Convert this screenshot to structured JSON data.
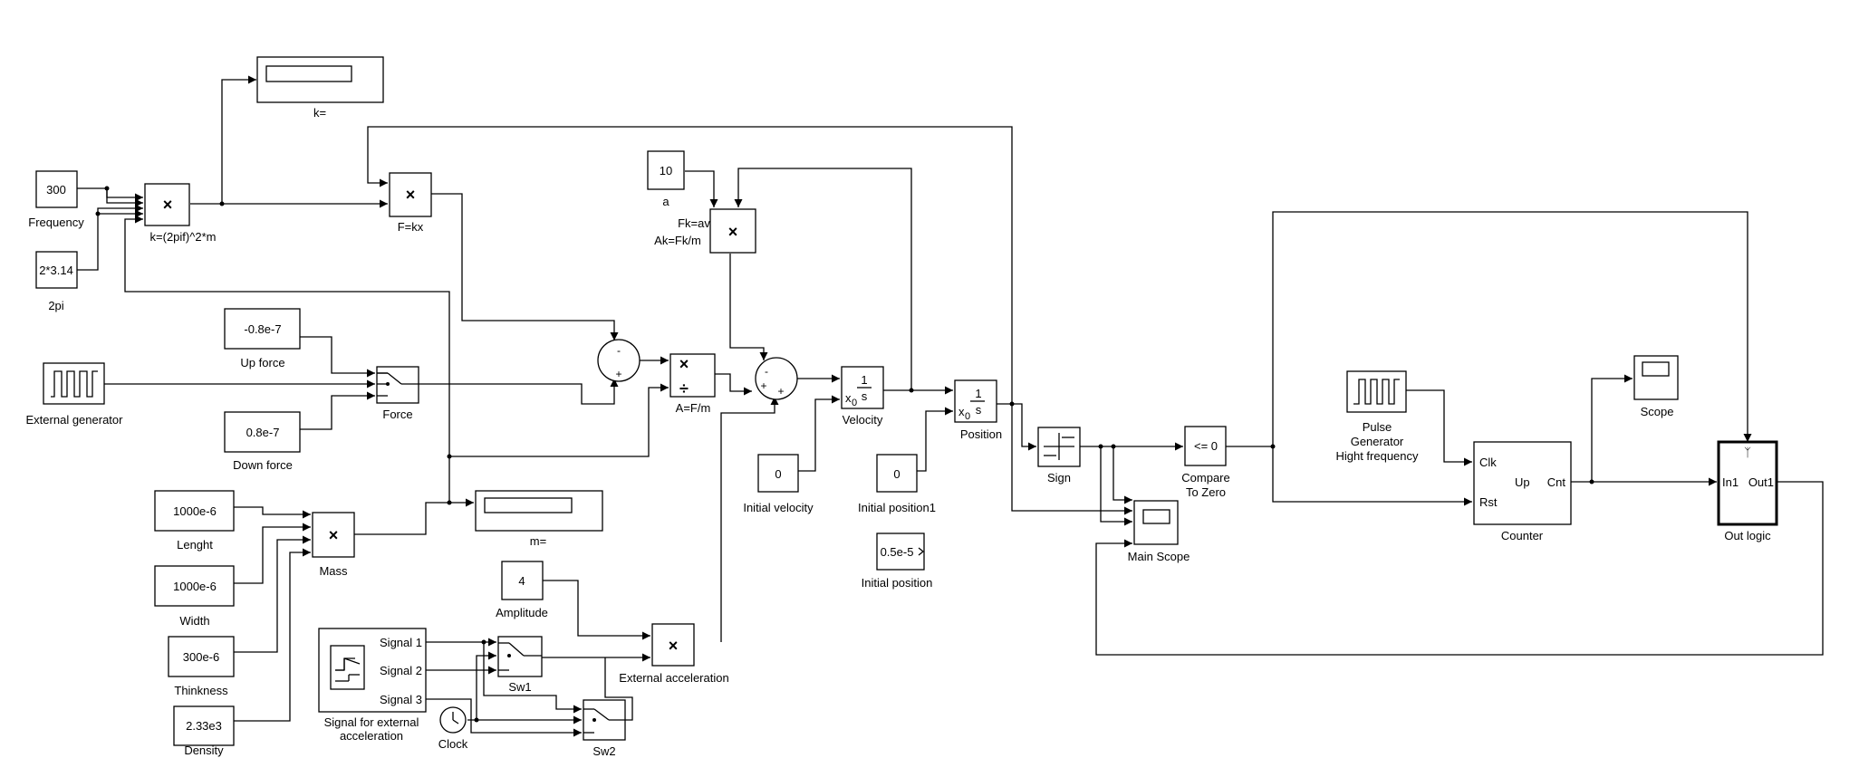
{
  "constants": {
    "frequency": {
      "value": "300",
      "label": "Frequency"
    },
    "two_pi": {
      "value": "2*3.14",
      "label": "2pi"
    },
    "a": {
      "value": "10",
      "label": "a"
    },
    "up_force": {
      "value": "-0.8e-7",
      "label": "Up force"
    },
    "down_force": {
      "value": "0.8e-7",
      "label": "Down force"
    },
    "length": {
      "value": "1000e-6",
      "label": "Lenght"
    },
    "width": {
      "value": "1000e-6",
      "label": "Width"
    },
    "thickness": {
      "value": "300e-6",
      "label": "Thinkness"
    },
    "density": {
      "value": "2.33e3",
      "label": "Density"
    },
    "amplitude": {
      "value": "4",
      "label": "Amplitude"
    },
    "initial_velocity": {
      "value": "0",
      "label": "Initial velocity"
    },
    "initial_position1": {
      "value": "0",
      "label": "Initial position1"
    },
    "initial_position": {
      "value": "0.5e-5",
      "label": "Initial position"
    }
  },
  "blocks": {
    "k_display": {
      "label": "k="
    },
    "m_display": {
      "label": "m="
    },
    "k_product": {
      "symbol": "×",
      "label": "k=(2pif)^2*m"
    },
    "f_product": {
      "symbol": "×",
      "label": "F=kx"
    },
    "fk_product": {
      "symbol": "×",
      "label_line1": "Fk=av",
      "label_line2": "Ak=Fk/m"
    },
    "a_divide": {
      "mul": "×",
      "div": "÷",
      "label": "A=F/m"
    },
    "mass_product": {
      "symbol": "×",
      "label": "Mass"
    },
    "ext_acc_product": {
      "symbol": "×",
      "label": "External acceleration"
    },
    "external_generator": {
      "label": "External generator"
    },
    "force_switch": {
      "label": "Force"
    },
    "velocity_integrator": {
      "num": "1",
      "den": "s",
      "x0": "x",
      "x0_sub": "0",
      "label": "Velocity"
    },
    "position_integrator": {
      "num": "1",
      "den": "s",
      "x0": "x",
      "x0_sub": "0",
      "label": "Position"
    },
    "sign": {
      "label": "Sign"
    },
    "compare_to_zero": {
      "value": "<= 0",
      "label_line1": "Compare",
      "label_line2": "To Zero"
    },
    "main_scope": {
      "label": "Main Scope"
    },
    "scope": {
      "label": "Scope"
    },
    "pulse_generator": {
      "label_line1": "Pulse",
      "label_line2": "Generator",
      "label_line3": "Hight frequency"
    },
    "counter": {
      "clk": "Clk",
      "rst": "Rst",
      "up": "Up",
      "cnt": "Cnt",
      "label": "Counter"
    },
    "out_logic": {
      "in_port": "In1",
      "out_port": "Out1",
      "label": "Out logic"
    },
    "signal_builder": {
      "signal1": "Signal 1",
      "signal2": "Signal 2",
      "signal3": "Signal 3",
      "label_line1": "Signal for external",
      "label_line2": "acceleration"
    },
    "clock": {
      "label": "Clock"
    },
    "sw1": {
      "label": "Sw1"
    },
    "sw2": {
      "label": "Sw2"
    },
    "sum1": {
      "minus": "-",
      "plus": "+"
    },
    "sum2": {
      "minus": "-",
      "plus1": "+",
      "plus2": "+"
    }
  }
}
